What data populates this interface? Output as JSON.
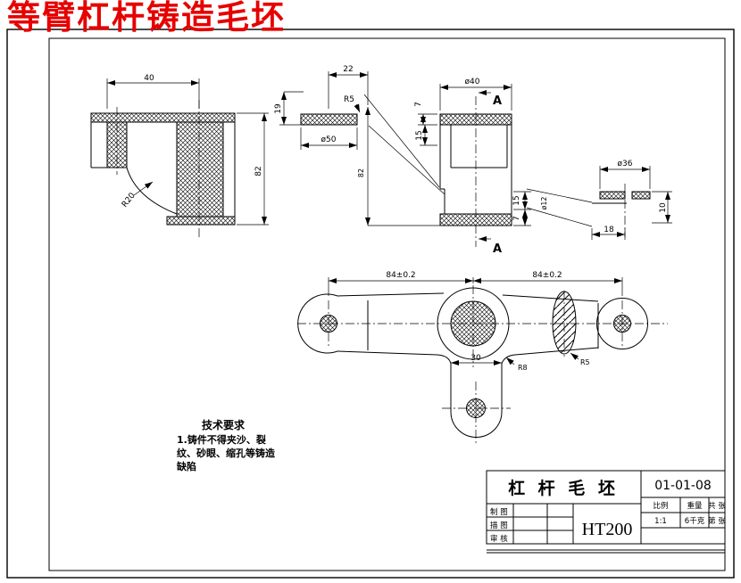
{
  "drawing": {
    "title": "等臂杠杆铸造毛坯",
    "title_color": "#e60000",
    "line_color": "#000000",
    "views": {
      "front_section": {
        "dim_width": "40",
        "dim_height": "82",
        "radius_label": "R20"
      },
      "section_aa": {
        "dim_top_width": "22",
        "dim_left_height": "19",
        "dim_plate_dia": "ø50",
        "radius_label": "R5",
        "dim_boss_dia": "ø40",
        "dim_plate_thk": "7",
        "dim_step": "15",
        "dim_total_height": "82",
        "section_marker_top": "A",
        "section_marker_bottom": "A",
        "dim_right_step": "15",
        "dim_right_thk": "7",
        "dim_bore": "ø12"
      },
      "end_detail": {
        "dim_dia": "ø36",
        "dim_height": "10",
        "dim_width": "18"
      },
      "plan": {
        "dim_left_arm": "84±0.2",
        "dim_right_arm": "84±0.2",
        "dim_arm_width": "30",
        "radius_r8": "R8",
        "radius_r5": "R5"
      }
    },
    "tech_req": {
      "heading": "技术要求",
      "line1": "1.铸件不得夹沙、裂",
      "line2": "纹、砂眼、缩孔等铸造",
      "line3": "缺陷"
    },
    "title_block": {
      "part_name": "杠 杆 毛 坯",
      "drawing_no": "01-01-08",
      "material": "HT200",
      "scale_label": "比例",
      "weight_label": "重量",
      "sheets_label": "共 张",
      "scale_value": "1:1",
      "weight_value": "6千克",
      "sheet_value": "第 张",
      "row1_label": "制 图",
      "row2_label": "描 图",
      "row3_label": "审 核"
    }
  }
}
